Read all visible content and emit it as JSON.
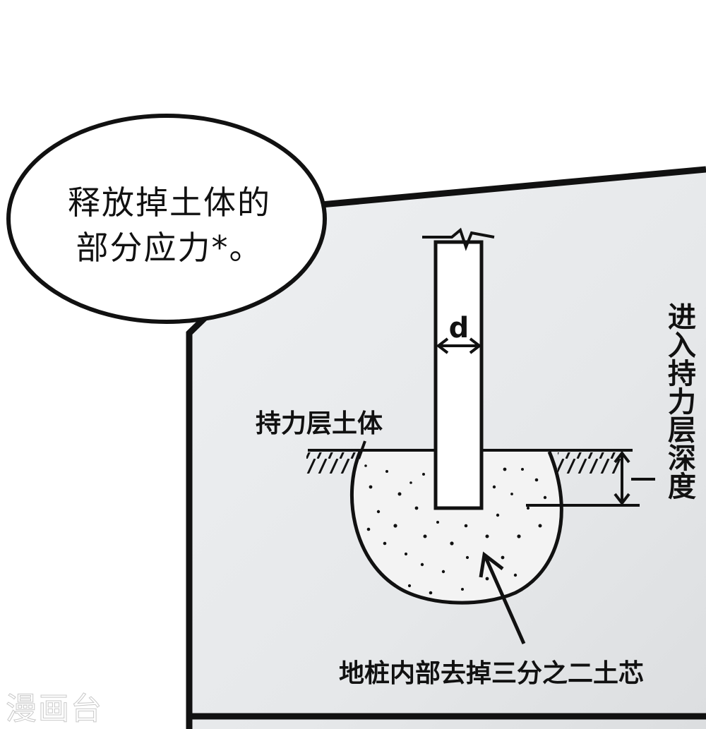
{
  "speech_bubble": {
    "line1": "释放掉土体的",
    "line2": "部分应力*。"
  },
  "diagram": {
    "pile_diameter_label": "d",
    "bearing_soil_label": "持力层土体",
    "embed_depth_label": "进入持力层深度",
    "core_removed_label": "地桩内部去掉三分之二土芯"
  },
  "watermark": "漫画台",
  "colors": {
    "ink": "#111111",
    "panel_bg": "#e7e9eb",
    "page_bg": "#ffffff"
  }
}
